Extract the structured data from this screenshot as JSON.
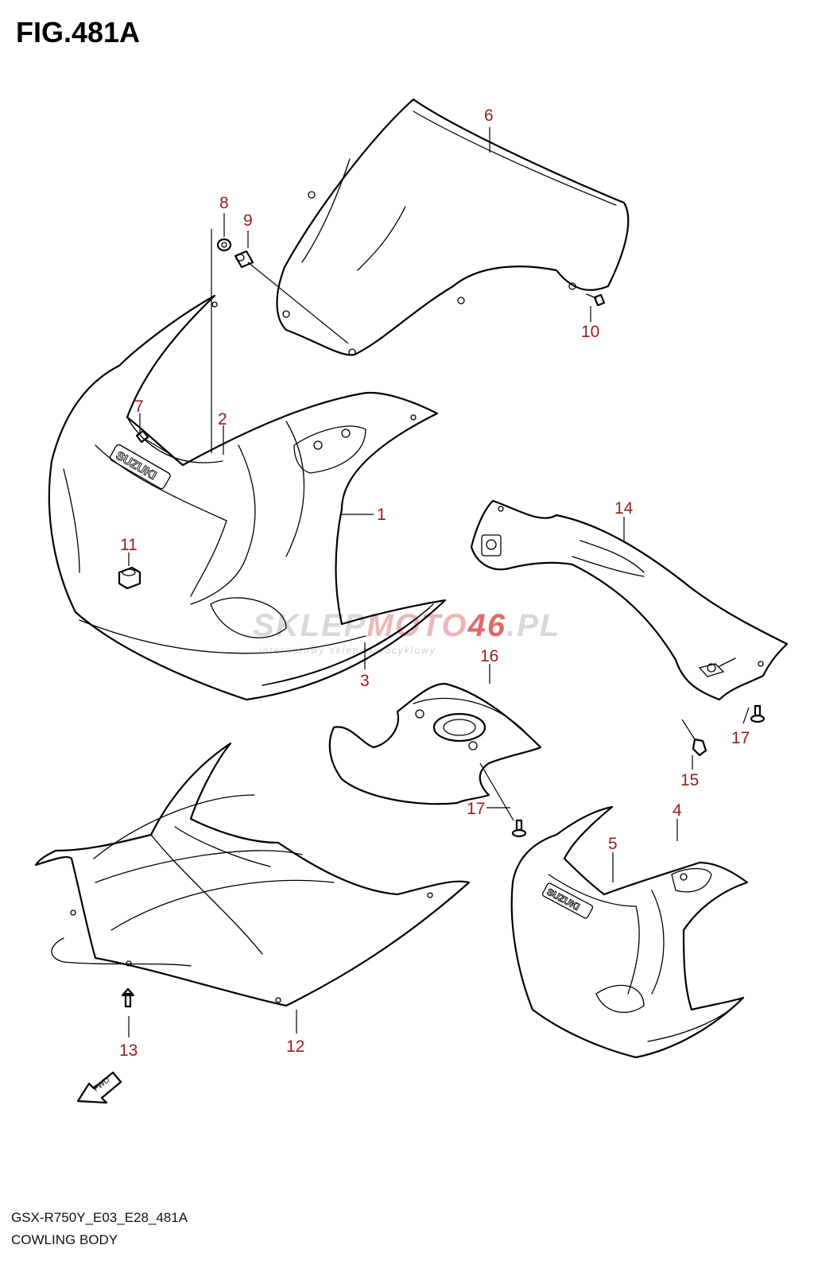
{
  "figure": {
    "title": "FIG.481A",
    "code": "GSX-R750Y_E03_E28_481A",
    "name": "COWLING BODY"
  },
  "watermark": {
    "brand_part1": "SKLEP",
    "brand_part2": "MOTO",
    "brand_part3": "46",
    "brand_part4": ".PL",
    "tagline": "internetowy sklep motocyklowy"
  },
  "brand_logo_text": "SUZUKI",
  "fwd_label": "FWD",
  "callouts": {
    "c1": "1",
    "c2": "2",
    "c3": "3",
    "c4": "4",
    "c5": "5",
    "c6": "6",
    "c7": "7",
    "c8": "8",
    "c9": "9",
    "c10": "10",
    "c11": "11",
    "c12": "12",
    "c13": "13",
    "c14": "14",
    "c15": "15",
    "c16": "16",
    "c17a": "17",
    "c17b": "17"
  },
  "colors": {
    "callout": "#9b1b1b",
    "line": "#000000",
    "watermark_accent": "#e06a6a"
  }
}
